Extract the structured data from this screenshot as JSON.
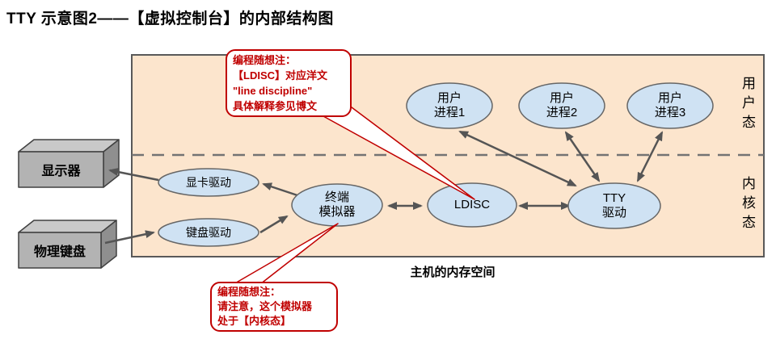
{
  "title": "TTY 示意图2——【虚拟控制台】的内部结构图",
  "memory_label": "主机的内存空间",
  "regions": {
    "user_mode": "用户态",
    "kernel_mode": "内核态"
  },
  "hardware": {
    "monitor": "显示器",
    "keyboard": "物理键盘"
  },
  "nodes": {
    "gpu_driver": "显卡驱动",
    "kbd_driver": "键盘驱动",
    "terminal_emulator": [
      "终端",
      "模拟器"
    ],
    "ldisc": "LDISC",
    "tty_driver": [
      "TTY",
      "驱动"
    ],
    "user_process_1": [
      "用户",
      "进程1"
    ],
    "user_process_2": [
      "用户",
      "进程2"
    ],
    "user_process_3": [
      "用户",
      "进程3"
    ]
  },
  "callouts": {
    "ldisc_note": [
      "编程随想注：",
      "【LDISC】对应洋文",
      "\"line discipline\"",
      "具体解释参见博文"
    ],
    "emulator_note": [
      "编程随想注：",
      "请注意，这个模拟器",
      "处于【内核态】"
    ]
  },
  "colors": {
    "memory_fill": "#fce5cd",
    "memory_border": "#595959",
    "node_fill": "#cfe2f3",
    "node_border": "#666666",
    "arrow": "#555555",
    "dashed_line": "#737373",
    "callout_red": "#c00000",
    "box_front": "#b3b3b3",
    "box_top": "#c9c9c9",
    "box_side": "#8f8f8f"
  }
}
